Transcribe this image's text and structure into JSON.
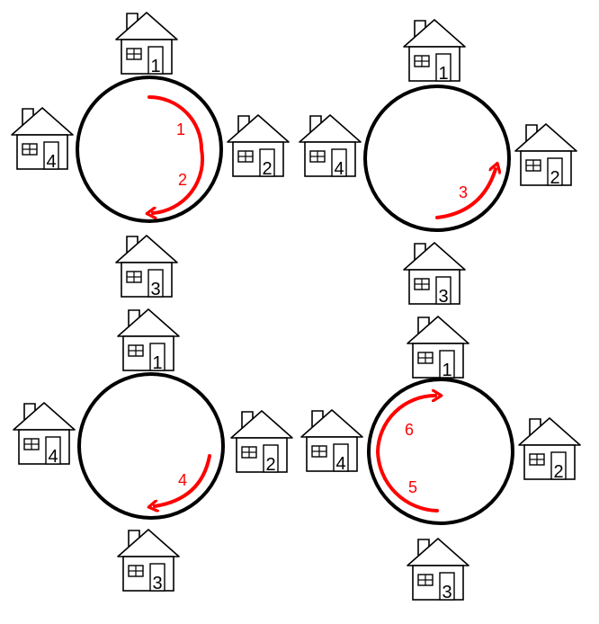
{
  "colors": {
    "line": "#000000",
    "accent": "#ff0000",
    "background": "#ffffff"
  },
  "panels": [
    {
      "houses": [
        {
          "label": "1",
          "position": "top"
        },
        {
          "label": "2",
          "position": "right"
        },
        {
          "label": "3",
          "position": "bottom"
        },
        {
          "label": "4",
          "position": "left"
        }
      ],
      "steps": [
        "1",
        "2"
      ]
    },
    {
      "houses": [
        {
          "label": "1",
          "position": "top"
        },
        {
          "label": "2",
          "position": "right"
        },
        {
          "label": "3",
          "position": "bottom"
        },
        {
          "label": "4",
          "position": "left"
        }
      ],
      "steps": [
        "3"
      ]
    },
    {
      "houses": [
        {
          "label": "1",
          "position": "top"
        },
        {
          "label": "2",
          "position": "right"
        },
        {
          "label": "3",
          "position": "bottom"
        },
        {
          "label": "4",
          "position": "left"
        }
      ],
      "steps": [
        "4"
      ]
    },
    {
      "houses": [
        {
          "label": "1",
          "position": "top"
        },
        {
          "label": "2",
          "position": "right"
        },
        {
          "label": "3",
          "position": "bottom"
        },
        {
          "label": "4",
          "position": "left"
        }
      ],
      "steps": [
        "5",
        "6"
      ]
    }
  ]
}
